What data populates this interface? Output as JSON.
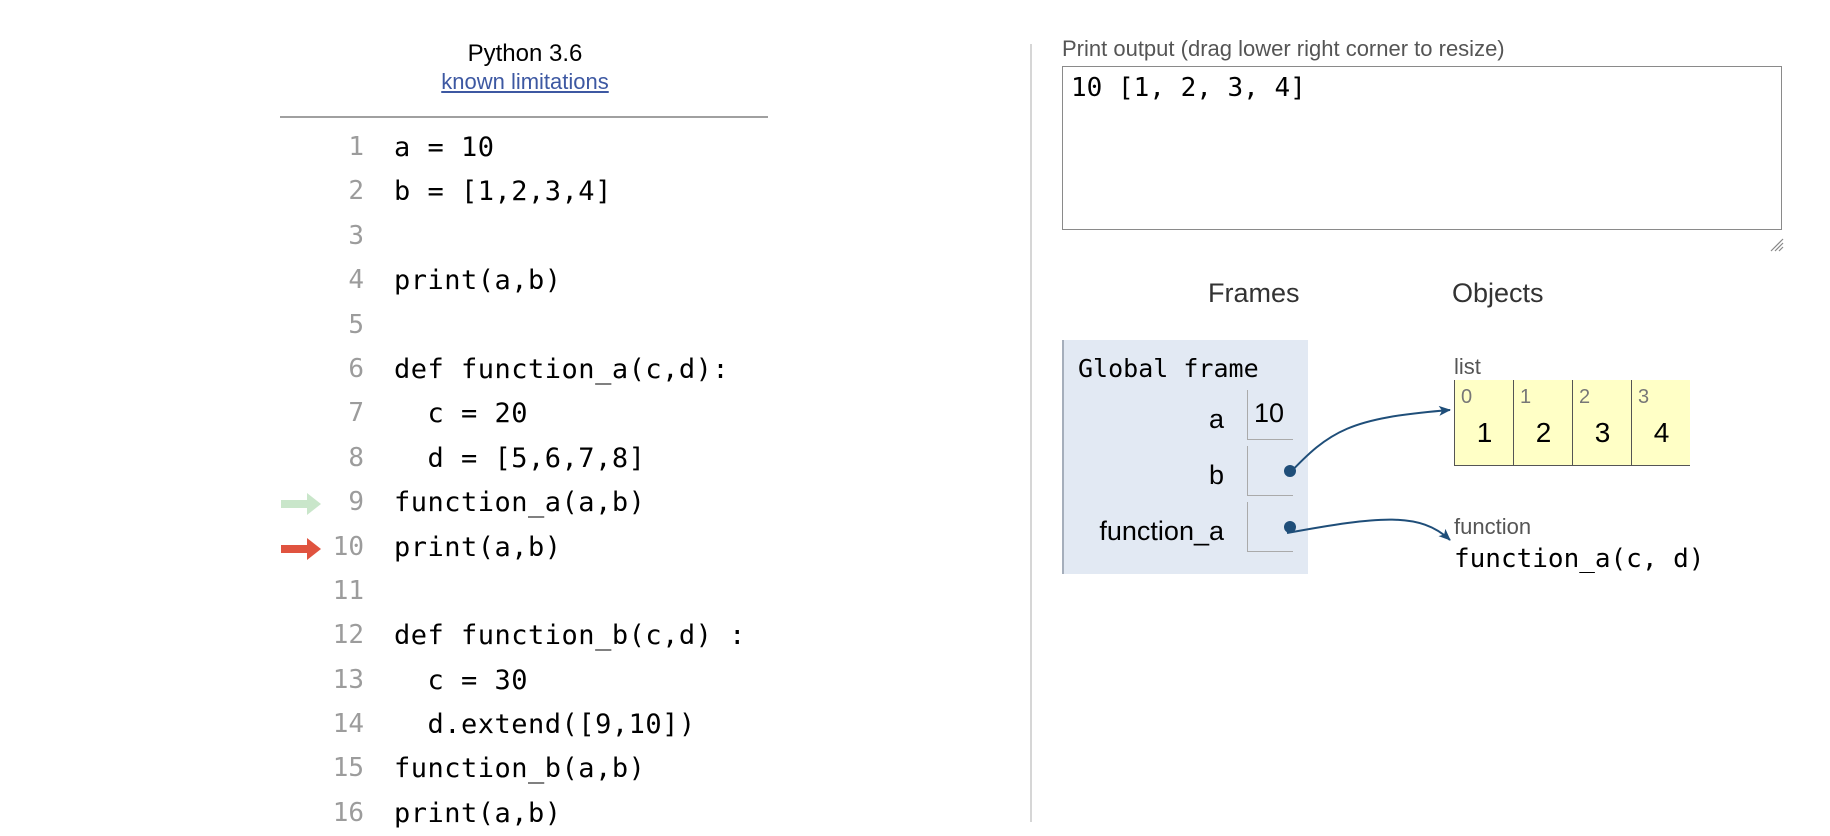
{
  "header": {
    "language": "Python 3.6",
    "limitations_link": "known limitations"
  },
  "code": {
    "lines": [
      {
        "no": "1",
        "text": "a = 10"
      },
      {
        "no": "2",
        "text": "b = [1,2,3,4]"
      },
      {
        "no": "3",
        "text": ""
      },
      {
        "no": "4",
        "text": "print(a,b)"
      },
      {
        "no": "5",
        "text": ""
      },
      {
        "no": "6",
        "text": "def function_a(c,d):"
      },
      {
        "no": "7",
        "text": "  c = 20"
      },
      {
        "no": "8",
        "text": "  d = [5,6,7,8]"
      },
      {
        "no": "9",
        "text": "function_a(a,b)",
        "arrow": "prev"
      },
      {
        "no": "10",
        "text": "print(a,b)",
        "arrow": "current"
      },
      {
        "no": "11",
        "text": ""
      },
      {
        "no": "12",
        "text": "def function_b(c,d) :"
      },
      {
        "no": "13",
        "text": "  c = 30"
      },
      {
        "no": "14",
        "text": "  d.extend([9,10])"
      },
      {
        "no": "15",
        "text": "function_b(a,b)"
      },
      {
        "no": "16",
        "text": "print(a,b)"
      }
    ],
    "arrow_colors": {
      "prev": "#c9e6ca",
      "current": "#e0533f"
    }
  },
  "output": {
    "label": "Print output (drag lower right corner to resize)",
    "text": "10 [1, 2, 3, 4]"
  },
  "viz": {
    "frames_heading": "Frames",
    "objects_heading": "Objects",
    "global_frame": {
      "title": "Global frame",
      "vars": [
        {
          "name": "a",
          "value": "10",
          "kind": "primitive"
        },
        {
          "name": "b",
          "value": "",
          "kind": "pointer",
          "target": "list"
        },
        {
          "name": "function_a",
          "value": "",
          "kind": "pointer",
          "target": "function"
        }
      ]
    },
    "list_object": {
      "type_label": "list",
      "items": [
        {
          "index": "0",
          "value": "1"
        },
        {
          "index": "1",
          "value": "2"
        },
        {
          "index": "2",
          "value": "3"
        },
        {
          "index": "3",
          "value": "4"
        }
      ]
    },
    "function_object": {
      "type_label": "function",
      "signature": "function_a(c, d)"
    },
    "colors": {
      "pointer": "#1f4e79",
      "frame_bg": "#e2e9f3",
      "list_bg": "#ffffc6"
    }
  }
}
